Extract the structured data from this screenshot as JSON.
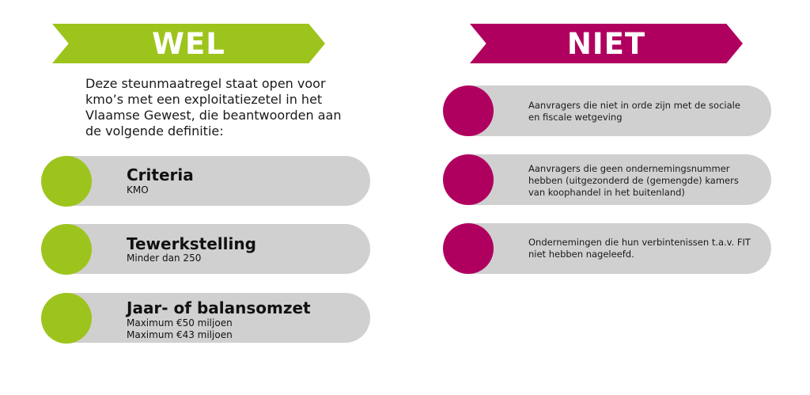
{
  "wel": {
    "title": "WEL",
    "intro": "Deze steunmaatregel staat open voor kmo’s met een exploitatiezetel in het Vlaamse Gewest, die beantwoorden aan de volgende definitie:",
    "criteria": [
      {
        "title": "Criteria",
        "lines": [
          "KMO"
        ]
      },
      {
        "title": "Tewerkstelling",
        "lines": [
          "Minder dan 250"
        ]
      },
      {
        "title": "Jaar- of balansomzet",
        "lines": [
          "Maximum €50 miljoen",
          "Maximum €43 miljoen"
        ]
      }
    ]
  },
  "niet": {
    "title": "NIET",
    "items": [
      "Aanvragers die niet in orde zijn met de sociale en fiscale wetgeving",
      "Aanvragers die geen ondernemingsnummer hebben (uitgezonderd de (gemengde) kamers van koophandel in het buitenland)",
      "Ondernemingen die hun verbintenissen t.a.v. FIT niet hebben nageleefd."
    ]
  },
  "colors": {
    "green": "#9dc41d",
    "pink": "#b0005f",
    "pill": "#d0d0d0"
  }
}
